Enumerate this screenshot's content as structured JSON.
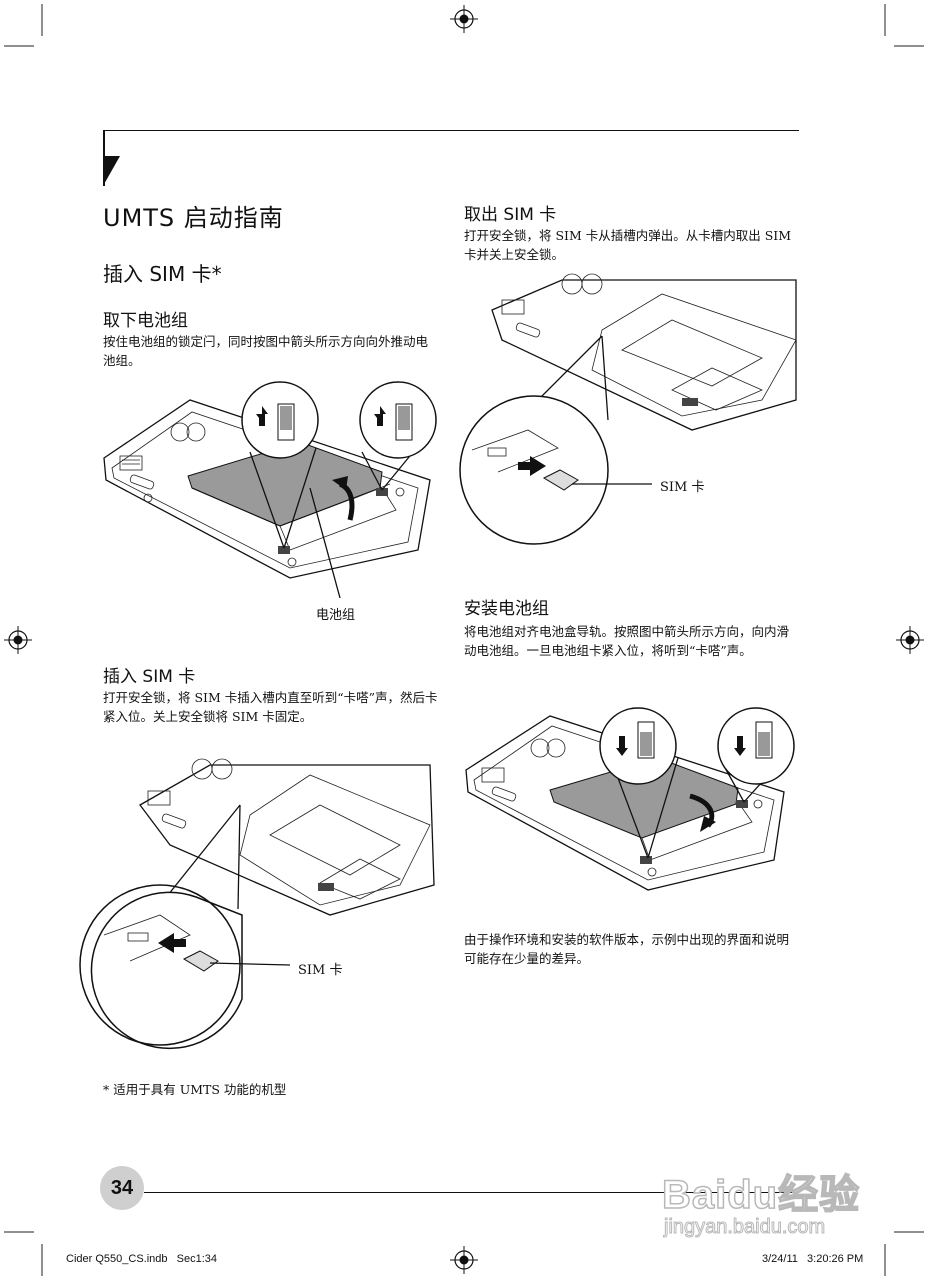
{
  "page": {
    "main_title": "UMTS 启动指南",
    "section_title": "插入 SIM 卡*",
    "page_number": "34",
    "footer_left": "Cider Q550_CS.indb   Sec1:34",
    "footer_right": "3/24/11   3:20:26 PM",
    "footnote": "* 适用于具有 UMTS 功能的机型",
    "watermark_brand": "Baidu经验",
    "watermark_url": "jingyan.baidu.com"
  },
  "steps": {
    "remove_battery": {
      "title": "取下电池组",
      "text": "按住电池组的锁定闩，同时按图中箭头所示方向向外推动电池组。",
      "figure_label": "电池组"
    },
    "insert_sim": {
      "title": "插入 SIM 卡",
      "text": "打开安全锁，将 SIM 卡插入槽内直至听到“卡嗒”声，然后卡紧入位。关上安全锁将 SIM 卡固定。",
      "figure_label": "SIM 卡"
    },
    "remove_sim": {
      "title": "取出 SIM 卡",
      "text": "打开安全锁，将 SIM 卡从插槽内弹出。从卡槽内取出 SIM 卡并关上安全锁。",
      "figure_label": "SIM 卡"
    },
    "install_battery": {
      "title": "安装电池组",
      "text": "将电池组对齐电池盒导轨。按照图中箭头所示方向，向内滑动电池组。一旦电池组卡紧入位，将听到“卡嗒”声。"
    }
  },
  "note": "由于操作环境和安装的软件版本，示例中出现的界面和说明可能存在少量的差异。"
}
